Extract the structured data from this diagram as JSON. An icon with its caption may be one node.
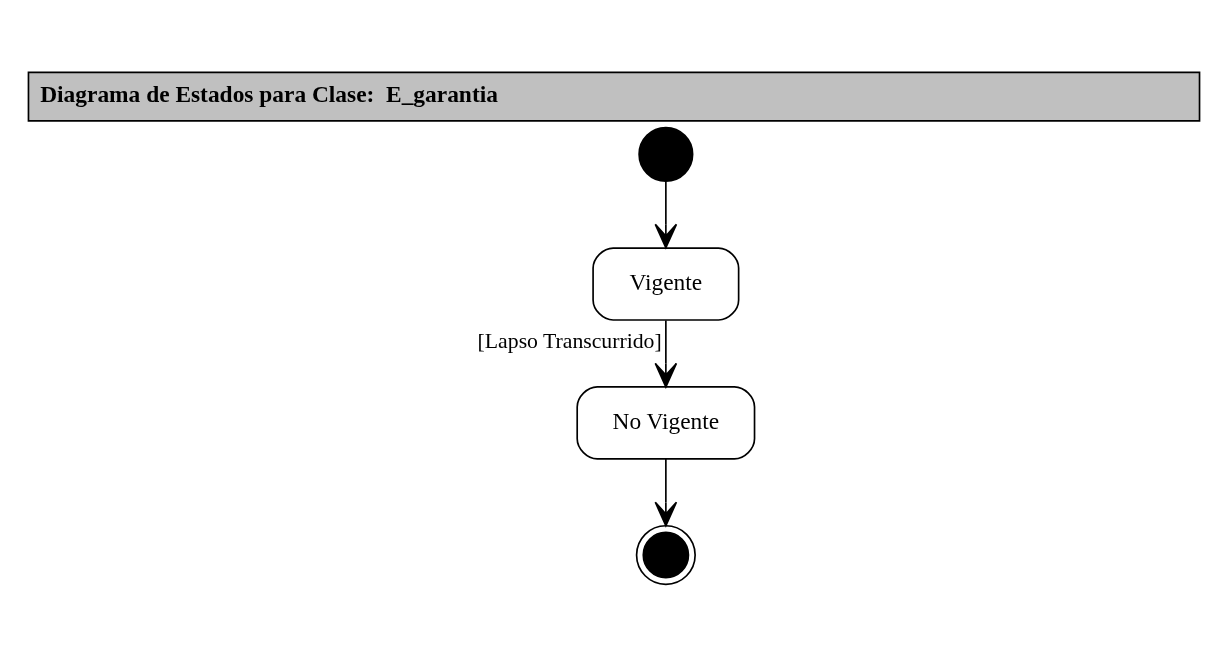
{
  "diagram": {
    "title": "Diagrama de Estados para Clase:  E_garantia",
    "nodes": [
      {
        "text": [],
        "shape": "circle"
      },
      {
        "text": [
          "Vigente"
        ]
      },
      {
        "text": [
          "No Vigente"
        ]
      },
      {
        "text": [],
        "shape": "bullseye"
      }
    ],
    "edges": [
      {
        "from": 0,
        "to": 1,
        "arrow": "to"
      },
      {
        "from": 1,
        "to": 2,
        "arrow": "to",
        "label": "[Lapso Transcurrido]"
      },
      {
        "from": 2,
        "to": 3,
        "arrow": "to"
      }
    ]
  }
}
